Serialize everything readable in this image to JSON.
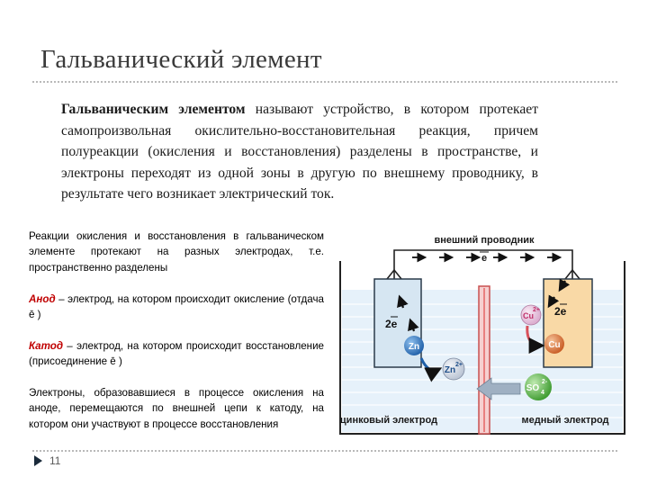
{
  "page": {
    "title": "Гальванический элемент",
    "slide_number": "11"
  },
  "definition": {
    "term": "Гальваническим элементом",
    "rest": " называют устройство, в котором протекает самопроизвольная окислительно-восстановительная реакция, причем полуреакции (окисления и восстановления) разделены в пространстве, и электроны переходят из одной зоны в другую по внешнему проводнику, в результате чего возникает электрический ток."
  },
  "notes": {
    "p1": "Реакции окисления и восстановления в гальваническом элементе протекают на разных электродах, т.е. пространственно разделены",
    "anode_term": "Анод",
    "anode_text": " – электрод, на котором происходит окисление (отдача ē )",
    "cathode_term": "Катод",
    "cathode_text": " – электрод, на котором происходит восстановление (присоединение  ē )",
    "p4": "Электроны, образовавшиеся в процессе окисления на аноде, перемещаются по внешней цепи к катоду, на котором они участвуют в процессе восстановления"
  },
  "diagram": {
    "external_conductor": "внешний проводник",
    "electron_label": "e",
    "left_electrons": "2e",
    "right_electrons": "2e",
    "zn": "Zn",
    "zn_ion": "Zn",
    "zn_charge": "2+",
    "cu": "Cu",
    "cu_ion": "Cu",
    "cu_charge": "2+",
    "so4": "SO",
    "so4_sub": "4",
    "so4_charge": "2-",
    "zinc_label": "цинковый электрод",
    "copper_label": "медный электрод",
    "colors": {
      "zinc_plate": "#d6e6f2",
      "copper_plate": "#f9d9a6",
      "solution": "#e6f1fa",
      "zn_ball": "#2f78c4",
      "cu_ball": "#e07a3a",
      "cu_ion_ball": "#e0b8d8",
      "so4_ball": "#5cbf4a",
      "separator": "#e97a7a"
    }
  }
}
